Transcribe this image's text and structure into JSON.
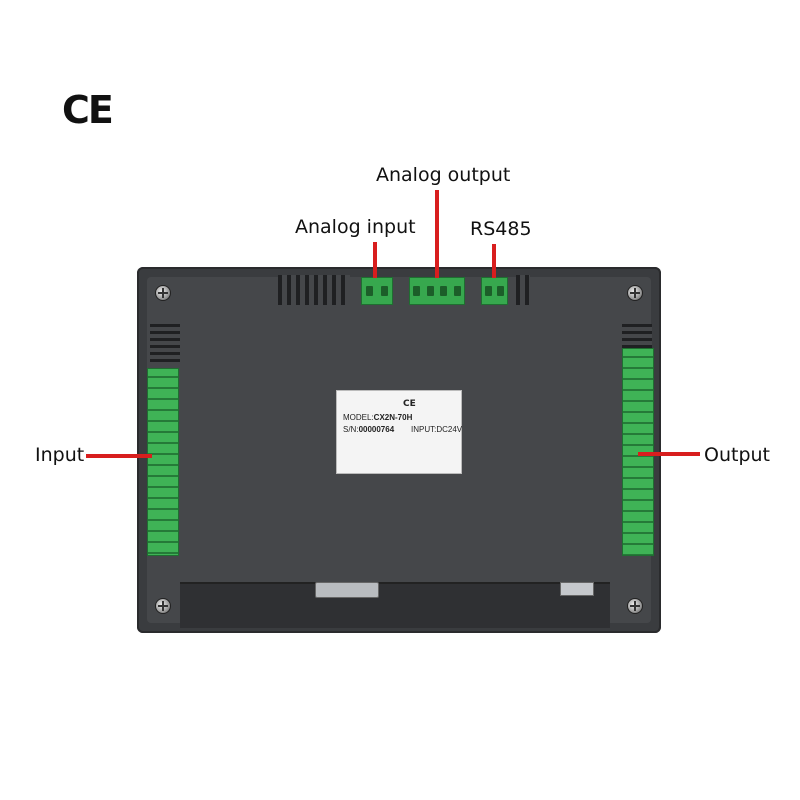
{
  "marks": {
    "ce": "CE"
  },
  "callouts": {
    "analog_output": "Analog output",
    "analog_input": "Analog input",
    "rs485": "RS485",
    "input": "Input",
    "output": "Output"
  },
  "sticker": {
    "ce": "CE",
    "model_label": "MODEL:",
    "model_value": "CX2N-70H",
    "sn_label": "S/N:",
    "sn_value": "00000764",
    "input_label": "INPUT:",
    "input_value": "DC24V"
  },
  "colors": {
    "callout_line": "#d81e1e",
    "terminal": "#37a84e",
    "housing": "#3a3c3f"
  }
}
